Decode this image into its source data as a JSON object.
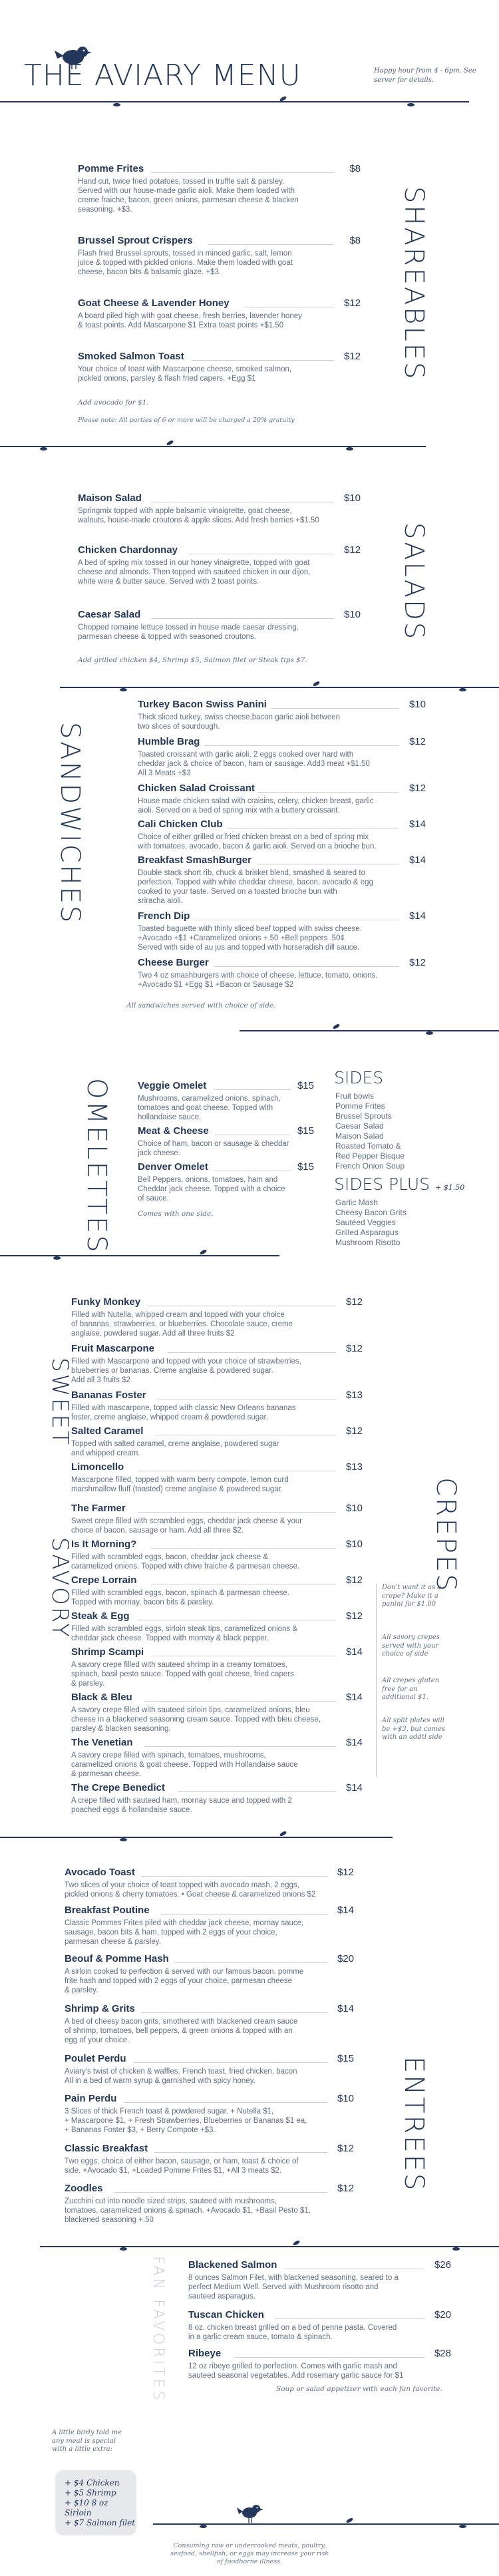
{
  "header": {
    "title": "THE AVIARY MENU",
    "tagline": "Happy hour from 4 - 6pm. See server for details."
  },
  "shareables": {
    "heading": "SHAREABLES",
    "items": [
      {
        "name": "Pomme Frites",
        "price": "$8",
        "desc": [
          "Hand cut, twice fried potatoes, tossed in truffle salt & parsley.",
          "Served with our house-made garlic aioli. Make them loaded with",
          "creme fraiche, bacon, green onions, parmesan cheese & blacken",
          "seasoning. +$3."
        ]
      },
      {
        "name": "Brussel Sprout Crispers",
        "price": "$8",
        "desc": [
          "Flash fried Brussel sprouts, tossed in minced garlic, salt, lemon",
          "juice & topped with pickled onions. Make them loaded with goat",
          "cheese, bacon bits & balsamic glaze. +$3."
        ]
      },
      {
        "name": "Goat Cheese & Lavender Honey",
        "price": "$12",
        "desc": [
          "A board piled high with goat cheese, fresh berries, lavender honey",
          "& toast points. Add Mascarpone $1 Extra toast points +$1.50"
        ]
      },
      {
        "name": "Smoked Salmon Toast",
        "price": "$12",
        "desc": [
          "Your choice of toast with Mascarpone cheese, smoked salmon,",
          "pickled onions, parsley & flash fried capers. +Egg $1"
        ]
      }
    ],
    "note1": "Add avocado for $1.",
    "note2": "Please note: All parties of 6 or more will be charged a 20% gratuity"
  },
  "salads": {
    "heading": "SALADS",
    "items": [
      {
        "name": "Maison Salad",
        "price": "$10",
        "desc": [
          "Springmix topped with apple balsamic vinaigrette, goat cheese,",
          "walnuts, house-made croutons & apple slices. Add fresh berries +$1.50"
        ]
      },
      {
        "name": "Chicken Chardonnay",
        "price": "$12",
        "desc": [
          "A bed of spring mix tossed in our honey vinaigrette, topped with goat",
          "cheese and almonds. Then topped with sauteed chicken in our dijon,",
          "white wine & butter sauce. Served with 2 toast points."
        ]
      },
      {
        "name": "Caesar Salad",
        "price": "$10",
        "desc": [
          "Chopped romaine lettuce tossed in house made caesar dressing,",
          "parmesan cheese & topped with seasoned croutons."
        ]
      }
    ],
    "note": "Add grilled chicken $4, Shrimp $5, Salmon filet or Steak tips $7."
  },
  "sandwiches": {
    "heading": "SANDWICHES",
    "items": [
      {
        "name": "Turkey Bacon Swiss Panini",
        "price": "$10",
        "desc": [
          "Thick sliced turkey, swiss cheese,bacon garlic aioli between",
          "two slices of sourdough."
        ]
      },
      {
        "name": "Humble Brag",
        "price": "$12",
        "desc": [
          "Toasted croissant with garlic aioli, 2 eggs cooked over hard with",
          "cheddar jack & choice of bacon, ham or sausage. Add3 meat +$1.50",
          "All 3 Meats +$3"
        ]
      },
      {
        "name": "Chicken Salad Croissant",
        "price": "$12",
        "desc": [
          "House made chicken salad with craisins, celery, chicken breast, garlic",
          "aioli. Served on a bed of spring mix with a buttery croissant."
        ]
      },
      {
        "name": "Cali Chicken Club",
        "price": "$14",
        "desc": [
          "Choice of either grilled or fried chicken breast on a bed of spring mix",
          "with tomatoes, avocado, bacon & garlic aioli. Served on a brioche bun."
        ]
      },
      {
        "name": "Breakfast SmashBurger",
        "price": "$14",
        "desc": [
          "Double stack short rib, chuck & brisket blend, smashed & seared to",
          "perfection. Topped with white cheddar cheese, bacon, avocado & egg",
          "cooked to your taste. Served on a toasted brioche bun with",
          "sriracha aioli."
        ]
      },
      {
        "name": "French Dip",
        "price": "$14",
        "desc": [
          "Toasted baguette with thinly sliced beef topped with swiss cheese.",
          "+Avocado +$1 +Caramelized onions +.50 +Bell peppers .50¢",
          "Served with side of au jus and topped with horseradish dill sauce."
        ]
      },
      {
        "name": "Cheese Burger",
        "price": "$12",
        "desc": [
          "Two 4 oz smashburgers with choice of cheese, lettuce, tomato, onions.",
          "+Avocado $1 +Egg $1 +Bacon or Sausage $2"
        ]
      }
    ],
    "note": "All sandwiches served with choice of side."
  },
  "omelettes": {
    "heading": "OMELETTES",
    "items": [
      {
        "name": "Veggie Omelet",
        "price": "$15",
        "desc": [
          "Mushrooms, caramelized onions, spinach,",
          "tomatoes and goat cheese. Topped with",
          "hollandaise sauce."
        ]
      },
      {
        "name": "Meat & Cheese",
        "price": "$15",
        "desc": [
          "Choice of ham, bacon or sausage & cheddar",
          "jack cheese."
        ]
      },
      {
        "name": "Denver Omelet",
        "price": "$15",
        "desc": [
          "Bell Peppers, onions, tomatoes, ham and",
          "Cheddar jack cheese. Topped with a choice",
          "of sauce."
        ]
      }
    ],
    "note": "Comes with one side."
  },
  "sides": {
    "title": "SIDES",
    "items": [
      "Fruit bowls",
      "Pomme Frites",
      "Brussel Sprouts",
      "Caesar Salad",
      "Maison Salad",
      "Roasted Tomato &",
      "Red Pepper Bisque",
      "French Onion Soup"
    ],
    "plus_title": "SIDES PLUS",
    "plus_price": "+ $1.50",
    "plus_items": [
      "Garlic Mash",
      "Cheesy Bacon Grits",
      "Sautéed Veggies",
      "Grilled Asparagus",
      "Mushroom Risotto"
    ]
  },
  "crepes": {
    "heading": "CREPES",
    "sweet_heading": "SWEET",
    "savory_heading": "SAVORY",
    "sweet": [
      {
        "name": "Funky Monkey",
        "price": "$12",
        "desc": [
          "Filled with Nutella, whipped cream and topped with your choice",
          "of bananas, strawberries, or blueberries. Chocolate sauce, creme",
          "anglaise, powdered sugar. Add all three fruits $2"
        ]
      },
      {
        "name": "Fruit Mascarpone",
        "price": "$12",
        "desc": [
          "Filled with Mascarpone and topped with your choice of strawberries,",
          "blueberries or bananas. Creme anglaise & powdered sugar.",
          "Add all 3 fruits $2"
        ]
      },
      {
        "name": "Bananas Foster",
        "price": "$13",
        "desc": [
          "Filled with mascarpone, topped with classic New Orleans bananas",
          "foster, creme anglaise, whipped cream & powdered sugar."
        ]
      },
      {
        "name": "Salted Caramel",
        "price": "$12",
        "desc": [
          "Topped with salted caramel, creme anglaise, powdered sugar",
          "and whipped cream."
        ]
      },
      {
        "name": "Limoncello",
        "price": "$13",
        "desc": [
          "Mascarpone filled, topped with warm berry compote, lemon curd",
          "marshmallow fluff (toasted) creme anglaise & powdered sugar."
        ]
      }
    ],
    "savory": [
      {
        "name": "The Farmer",
        "price": "$10",
        "desc": [
          "Sweet crepe filled with scrambled eggs, cheddar jack cheese & your",
          "choice of bacon, sausage or ham. Add all three $2."
        ]
      },
      {
        "name": "Is It Morning?",
        "price": "$10",
        "desc": [
          "Filled with scrambled eggs, bacon, cheddar jack cheese &",
          "caramelized onions. Topped with chive fraiche & parmesan cheese."
        ]
      },
      {
        "name": "Crepe Lorrain",
        "price": "$12",
        "desc": [
          "Filled with scrambled eggs, bacon, spinach & parmesan cheese.",
          "Topped with mornay, bacon bits & parsley."
        ]
      },
      {
        "name": "Steak & Egg",
        "price": "$12",
        "desc": [
          "Filled with scrambled eggs, sirloin steak tips, caramelized onions &",
          "cheddar jack cheese. Topped with mornay & black pepper."
        ]
      },
      {
        "name": "Shrimp Scampi",
        "price": "$14",
        "desc": [
          "A savory crepe filled with sauteed shrimp in a creamy tomatoes,",
          "spinach, basil pesto sauce. Topped with goat cheese, fried capers",
          "& parsley."
        ]
      },
      {
        "name": "Black & Bleu",
        "price": "$14",
        "desc": [
          "A savory crepe filled with sauteed sirloin tips, caramelized onions, bleu",
          "cheese in a blackened seasoning cream sauce. Topped with bleu cheese,",
          "parsley & blacken seasoning."
        ]
      },
      {
        "name": "The Venetian",
        "price": "$14",
        "desc": [
          "A savory crepe filled with spinach, tomatoes, mushrooms,",
          "caramelized onions & goat cheese. Topped with Hollandaise sauce",
          "& parmesan cheese."
        ]
      },
      {
        "name": "The Crepe Benedict",
        "price": "$14",
        "desc": [
          "A crepe filled with sauteed ham, mornay sauce and topped with 2",
          "poached eggs & hollandaise sauce."
        ]
      }
    ],
    "sidenotes": [
      "Don't want it as a crepe? Make it a panini for $1.00",
      "All savory crepes served with your choice of side",
      "All crepes gluten free for an additional $1.",
      "All split plates will be +$3, but comes with an addtl side"
    ]
  },
  "entrees": {
    "heading": "ENTREES",
    "items": [
      {
        "name": "Avocado Toast",
        "price": "$12",
        "desc": [
          "Two slices of your choice of toast topped with avocado mash, 2 eggs,",
          "pickled onions & cherry tomatoes. • Goat cheese & caramelized onions $2"
        ]
      },
      {
        "name": "Breakfast Poutine",
        "price": "$14",
        "desc": [
          "Classic Pommes Frites piled with cheddar jack cheese, mornay sauce,",
          "sausage, bacon bits & ham, topped with 2 eggs of your choice,",
          "parmesan cheese & parsley."
        ]
      },
      {
        "name": "Beouf & Pomme Hash",
        "price": "$20",
        "desc": [
          "A sirloin cooked to perfection & served with our famous bacon, pomme",
          "frite hash and topped with 2 eggs of your choice, parmesan cheese",
          "& parsley."
        ]
      },
      {
        "name": "Shrimp & Grits",
        "price": "$14",
        "desc": [
          "A bed of cheesy bacon grits, smothered with blackened cream sauce",
          "of shrimp, tomatoes, bell peppers, & green onions & topped with an",
          "egg of your choice."
        ]
      },
      {
        "name": "Poulet Perdu",
        "price": "$15",
        "desc": [
          "Aviary's twist of chicken & waffles. French toast, fried chicken, bacon",
          "All in a bed of warm syrup & garnished with spicy honey."
        ]
      },
      {
        "name": "Pain Perdu",
        "price": "$10",
        "desc": [
          "3 Slices of thick French toast & powdered sugar. + Nutella $1,",
          "+ Mascarpone $1, + Fresh Strawberries, Blueberries or Bananas $1 ea,",
          "+ Bananas Foster $3, + Berry Compote +$3."
        ]
      },
      {
        "name": "Classic Breakfast",
        "price": "$12",
        "desc": [
          "Two eggs, choice of either bacon, sausage, or ham, toast & choice of",
          "side. +Avocado $1, +Loaded Pomme Frites $1, +All 3 meats $2."
        ]
      },
      {
        "name": "Zoodles",
        "price": "$12",
        "desc": [
          "Zucchini cut into noodle sized strips, sauteed with mushrooms,",
          "tomatoes, caramelized onions & spinach. +Avocado $1, +Basil Pesto $1,",
          "blackened seasoning +.50"
        ]
      }
    ]
  },
  "favorites": {
    "heading": "FAN FAVORITES",
    "items": [
      {
        "name": "Blackened Salmon",
        "price": "$26",
        "desc": [
          "8 ounces Salmon Filet, with blackened seasoning, seared to a",
          "perfect Medium Well. Served with Mushroom risotto and",
          "sauteed asparagus."
        ]
      },
      {
        "name": "Tuscan Chicken",
        "price": "$20",
        "desc": [
          "8 oz. chicken breast grilled on a bed of penne pasta. Covered",
          "in a garlic cream sauce, tomato & spinach."
        ]
      },
      {
        "name": "Ribeye",
        "price": "$28",
        "desc": [
          "12 oz ribeye grilled to perfection. Comes with garlic mash and",
          "sauteed seasonal vegetables. Add rosemary garlic sauce for $1"
        ]
      }
    ],
    "note": "Soup or salad appetizer with each fan favorite.",
    "box_intro": "A little birdy told me any meal is special with a little extra:",
    "addons": [
      "+ $4 Chicken",
      "+ $5 Shrimp",
      "+ $10 8 oz Sirloin",
      "+ $7 Salmon filet"
    ]
  },
  "footer": "Consuming raw or undercooked meats, poultry, seafood, shellfish, or eggs may increase your risk of foodborne illness."
}
